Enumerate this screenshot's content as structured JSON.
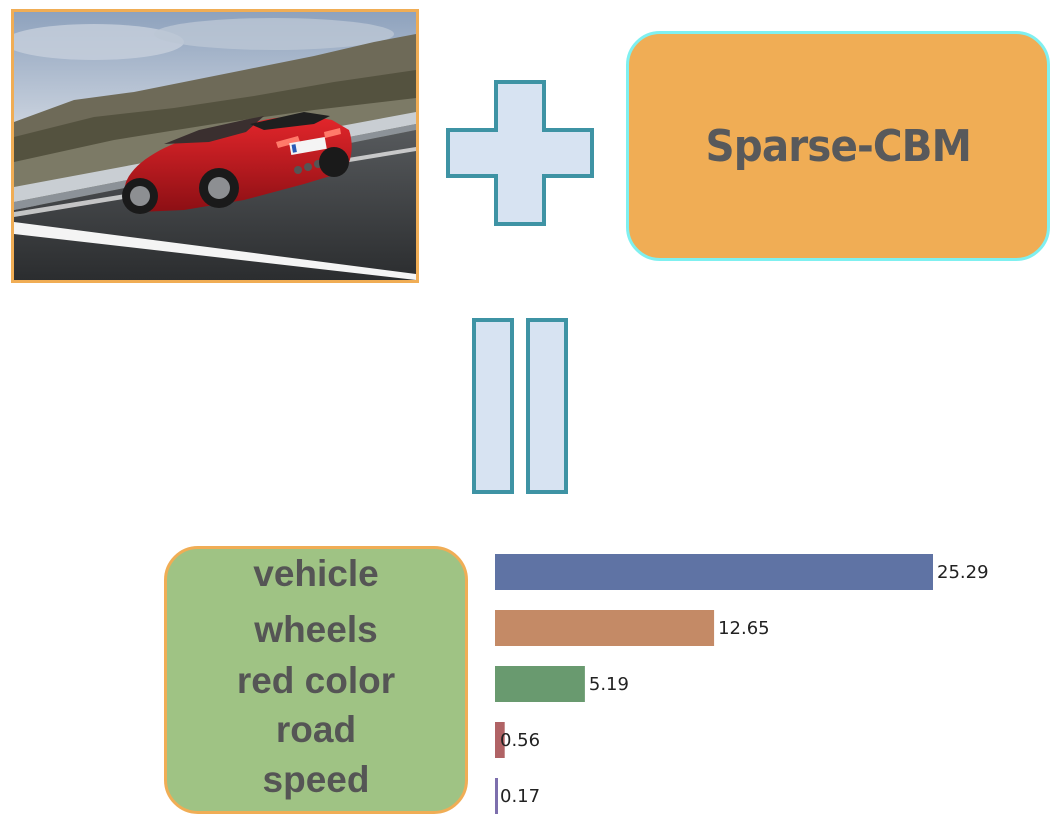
{
  "model": {
    "label": "Sparse-CBM"
  },
  "concepts": [
    "vehicle",
    "wheels",
    "red color",
    "road",
    "speed"
  ],
  "chart_data": {
    "type": "bar",
    "orientation": "horizontal",
    "categories": [
      "vehicle",
      "wheels",
      "red color",
      "road",
      "speed"
    ],
    "values": [
      25.29,
      12.65,
      5.19,
      0.56,
      0.17
    ],
    "value_labels": [
      "25.29",
      "12.65",
      "5.19",
      "0.56",
      "0.17"
    ],
    "colors": [
      "#5f73a4",
      "#c48a66",
      "#699a6f",
      "#b06365",
      "#7d6fad"
    ],
    "title": "",
    "xlabel": "",
    "ylabel": "",
    "xlim": [
      0,
      25.29
    ],
    "grid": false,
    "legend": "none"
  },
  "colors": {
    "frame_orange": "#f0ad55",
    "model_border": "#7ff0f0",
    "operator_fill": "#d7e3f2",
    "operator_stroke": "#3e93a4",
    "concept_fill": "#9fc384",
    "text_gray": "#555555"
  },
  "image": {
    "icon": "red-sports-car-photo-icon"
  },
  "operators": {
    "plus_icon": "plus-icon",
    "equals_icon": "equals-icon"
  }
}
